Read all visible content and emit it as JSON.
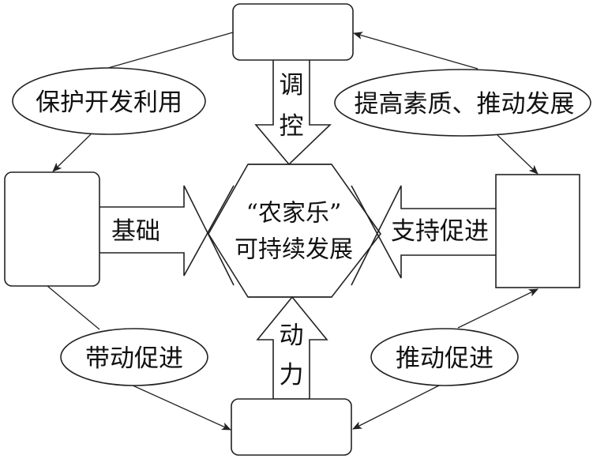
{
  "diagram": {
    "title": "“农家乐”可持续发展",
    "center": {
      "line1": "“农家乐”",
      "line2": "可持续发展"
    },
    "boxes": {
      "top": "",
      "left": "",
      "right": "",
      "bottom": ""
    },
    "arrows": {
      "top_to_center": {
        "char1": "调",
        "char2": "控"
      },
      "bottom_to_center": {
        "char1": "动",
        "char2": "力"
      },
      "left_to_center": "基础",
      "right_to_center": "支持促进"
    },
    "ellipses": {
      "top_left": "保护开发利用",
      "top_right": "提高素质、推动发展",
      "bottom_left": "带动促进",
      "bottom_right": "推动促进"
    },
    "connections": [
      {
        "from": "top",
        "via": "top_left",
        "to": "left"
      },
      {
        "from": "right",
        "via": "top_right",
        "to": "top",
        "also_to": "right"
      },
      {
        "from": "left",
        "via": "bottom_left",
        "to": "bottom"
      },
      {
        "from": "bottom_right",
        "to": "right",
        "also_to": "bottom"
      }
    ],
    "colors": {
      "line": "#222222",
      "background": "#ffffff",
      "text": "#111111"
    }
  }
}
